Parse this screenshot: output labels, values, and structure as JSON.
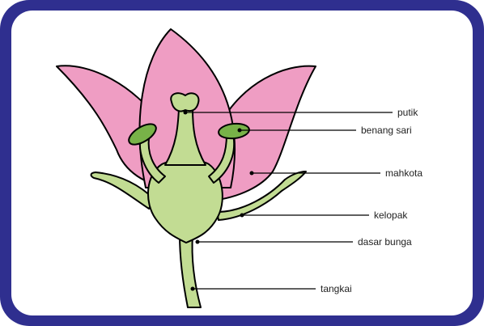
{
  "colors": {
    "frame": "#2f2f8f",
    "background": "#ffffff",
    "petal": "#ef9dc3",
    "green": "#c2dc93",
    "anther": "#78b248",
    "outline": "#000000",
    "label_text": "#222222"
  },
  "labels": {
    "putik": "putik",
    "benang_sari": "benang sari",
    "mahkota": "mahkota",
    "kelopak": "kelopak",
    "dasar_bunga": "dasar bunga",
    "tangkai": "tangkai"
  }
}
